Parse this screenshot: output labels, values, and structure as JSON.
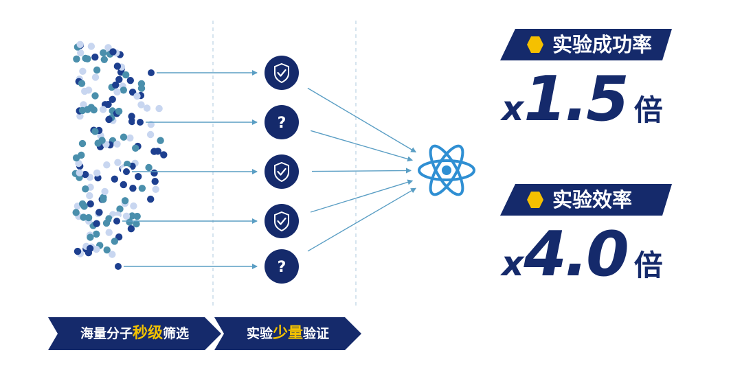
{
  "colors": {
    "navy": "#152a6b",
    "dark_blue": "#1d3f8f",
    "teal": "#4a8fac",
    "light_blue": "#c8d6f0",
    "arrow": "#5a9ec4",
    "atom": "#2f8fd3",
    "hexagon": "#f5c000",
    "highlight": "#f3c200"
  },
  "steps": [
    {
      "pre": "海量分子",
      "hl": "秒级",
      "post": "筛选"
    },
    {
      "pre": "实验",
      "hl": "少量",
      "post": "验证"
    }
  ],
  "nodes": [
    "shield-check-icon",
    "question-icon",
    "shield-check-icon",
    "shield-check-icon",
    "question-icon"
  ],
  "node_question_mark": "?",
  "target_icon": "atom-icon",
  "metrics": [
    {
      "label": "实验成功率",
      "prefix": "x",
      "value": "1.5",
      "unit": "倍"
    },
    {
      "label": "实验效率",
      "prefix": "x",
      "value": "4.0",
      "unit": "倍"
    }
  ]
}
